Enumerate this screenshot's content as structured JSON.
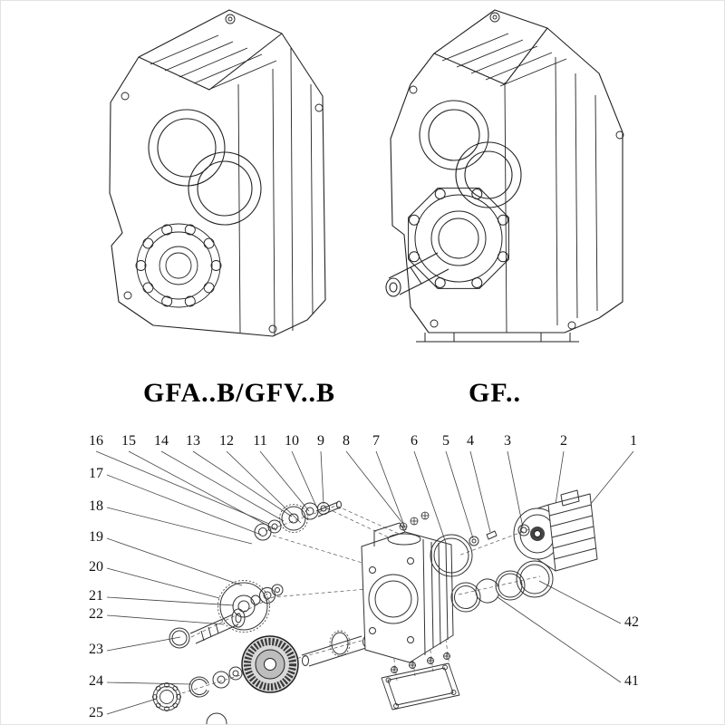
{
  "captions": {
    "left_model": "GFA..B/GFV..B",
    "right_model": "GF.."
  },
  "exploded": {
    "top_labels": [
      "16",
      "15",
      "14",
      "13",
      "12",
      "11",
      "10",
      "9",
      "8",
      "7",
      "6",
      "5",
      "4",
      "3",
      "2",
      "1"
    ],
    "left_labels": [
      "17",
      "18",
      "19",
      "20",
      "21",
      "22",
      "23",
      "24",
      "25"
    ],
    "right_labels": [
      "42",
      "41"
    ]
  },
  "colors": {
    "line": "#222222",
    "background": "#ffffff"
  }
}
